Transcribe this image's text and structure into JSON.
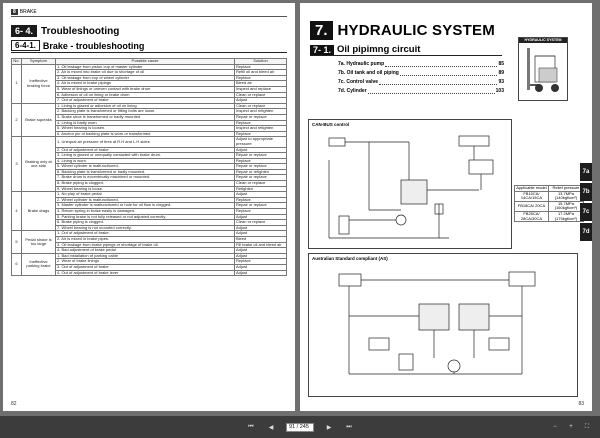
{
  "left_page": {
    "header_num": "8",
    "header_label": "BRAKE",
    "section_no": "6- 4.",
    "section_title": "Troubleshooting",
    "sub_no": "6-4-1.",
    "sub_title": "Brake - troubleshooting",
    "table_headers": {
      "no": "No.",
      "symptom": "Symptom",
      "cause": "Possible cause",
      "solution": "Solution"
    },
    "groups": [
      {
        "no": "1",
        "symptom": "Ineffective braking force",
        "rows": [
          {
            "cause": "1. Oil leakage from piston cup of master cylinder",
            "solution": "Replace"
          },
          {
            "cause": "2. Air is mixed into brake oil due to shortage of oil",
            "solution": "Refill oil and bleed air"
          },
          {
            "cause": "3. Oil leakage from cup of wheel cylinder",
            "solution": "Replace"
          },
          {
            "cause": "4. Air is mixed in brake pipings",
            "solution": "Bleed air"
          },
          {
            "cause": "5. Wear of linings or uneven contact with brake drum",
            "solution": "Inspect and replace"
          },
          {
            "cause": "6. Adhesion of oil on lining or brake drum",
            "solution": "Clean or replace"
          },
          {
            "cause": "7. Out of adjustment of brake",
            "solution": "Adjust"
          }
        ]
      },
      {
        "no": "2",
        "symptom": "Brake squeaks",
        "rows": [
          {
            "cause": "1. Lining is glazed or adhesion of oil on lining",
            "solution": "Clean or replace"
          },
          {
            "cause": "2. Backing plate is transformed or fitting bolts are loose.",
            "solution": "Inspect and retighten"
          },
          {
            "cause": "3. Brake shoe is transformed or badly mounted",
            "solution": "Repair or replace"
          },
          {
            "cause": "4. Lining is badly worn",
            "solution": "Replace"
          },
          {
            "cause": "5. Wheel bearing is loosen.",
            "solution": "Inspect and retighten"
          },
          {
            "cause": "6. Anchor pin of backing plate is worn or transformed",
            "solution": "Replace"
          }
        ]
      },
      {
        "no": "3",
        "symptom": "Braking only at one side",
        "rows": [
          {
            "cause": "1. Unequal air pressure of tires at R.H and L.H sides",
            "solution": "Adjust to appropriate pressure"
          },
          {
            "cause": "2. Out of adjustment of brake",
            "solution": "Adjust"
          },
          {
            "cause": "3. Lining is glazed or unequally contacted with brake drum.",
            "solution": "Repair or replace"
          },
          {
            "cause": "4. Lining is worn.",
            "solution": "Replace"
          },
          {
            "cause": "5. Wheel cylinder is malfunctioned.",
            "solution": "Repair or replace"
          },
          {
            "cause": "6. Backing plate is transformed or badly mounted.",
            "solution": "Repair or retighten"
          },
          {
            "cause": "7. Brake drum is eccentrically machined or mounted.",
            "solution": "Repair or replace"
          },
          {
            "cause": "8. Brake piping is clogged.",
            "solution": "Clean or replace"
          },
          {
            "cause": "9. Wheel bearing is loose.",
            "solution": "Retighten"
          }
        ]
      },
      {
        "no": "4",
        "symptom": "Brake drags",
        "rows": [
          {
            "cause": "1. No play of brake pedal",
            "solution": "Adjust"
          },
          {
            "cause": "2. Wheel cylinder is malfunctioned.",
            "solution": "Replace"
          },
          {
            "cause": "3. Master cylinder is malfunctioned or hole for oil flow is clogged.",
            "solution": "Repair or replace"
          },
          {
            "cause": "4. Return spring in brake easily is damaged.",
            "solution": "Replace"
          },
          {
            "cause": "5. Parking brake is not fully released or not adjusted correctly.",
            "solution": "Adjust"
          },
          {
            "cause": "6. Brake piping is clogged.",
            "solution": "Clean or replace"
          },
          {
            "cause": "7. Wheel bearing is not mounted correctly.",
            "solution": "Adjust"
          }
        ]
      },
      {
        "no": "5",
        "symptom": "Pedal stroke is too large",
        "rows": [
          {
            "cause": "1. Out of adjustment of brake.",
            "solution": "Adjust"
          },
          {
            "cause": "2. Air is mixed in brake pipes.",
            "solution": "Bleed"
          },
          {
            "cause": "3. Oil leakage from brake pipings or shortage of brake oil.",
            "solution": "Fill brake oil and bleed air"
          },
          {
            "cause": "4. Bad adjustment of brake pedal",
            "solution": "Adjust"
          }
        ]
      },
      {
        "no": "6",
        "symptom": "Ineffective parking brake",
        "rows": [
          {
            "cause": "1. Bad installation of parking cable",
            "solution": "Adjust"
          },
          {
            "cause": "2. Wear of brake linings",
            "solution": "Replace"
          },
          {
            "cause": "3. Out of adjustment of brake",
            "solution": "Adjust"
          },
          {
            "cause": "4. Out of adjustment of brake lever",
            "solution": "Adjust"
          }
        ]
      }
    ],
    "page_number": "82"
  },
  "right_page": {
    "chapter_no": "7.",
    "chapter_title": "HYDRAULIC SYSTEM",
    "sub_no": "7- 1.",
    "sub_title": "Oil pipimng circuit",
    "toc": [
      {
        "label": "7a. Hydraulic pump",
        "page": "85"
      },
      {
        "label": "7b. Oil tank and oil piping",
        "page": "89"
      },
      {
        "label": "7c. Control valve",
        "page": "93"
      },
      {
        "label": "7d. Cylinder",
        "page": "103"
      }
    ],
    "thumb_label": "HYDRAULIC SYSTEM",
    "diagram1_caption": "CAN-BUS control",
    "diagram2_caption": "Australian Standard compliant (AS)",
    "relief_table": {
      "headers": [
        "Applicable model",
        "Relief pressure"
      ],
      "rows": [
        [
          "FB10CA/ 14CA/15CA",
          "13.7MPa (140kgf/cm²)"
        ],
        [
          "FB18CA/ 20CA",
          "15.7MPa (160kgf/cm²)"
        ],
        [
          "FB25CA/ 28CA/30CA",
          "17.2MPa (175kgf/cm²)"
        ]
      ]
    },
    "tabs": [
      "7a",
      "7b",
      "7c",
      "7d"
    ],
    "page_number": "83"
  },
  "toolbar": {
    "page_value": "91 / 245",
    "icons": [
      "first-page-icon",
      "prev-page-icon",
      "next-page-icon",
      "last-page-icon",
      "zoom-out-icon",
      "zoom-in-icon",
      "fullscreen-icon"
    ]
  }
}
